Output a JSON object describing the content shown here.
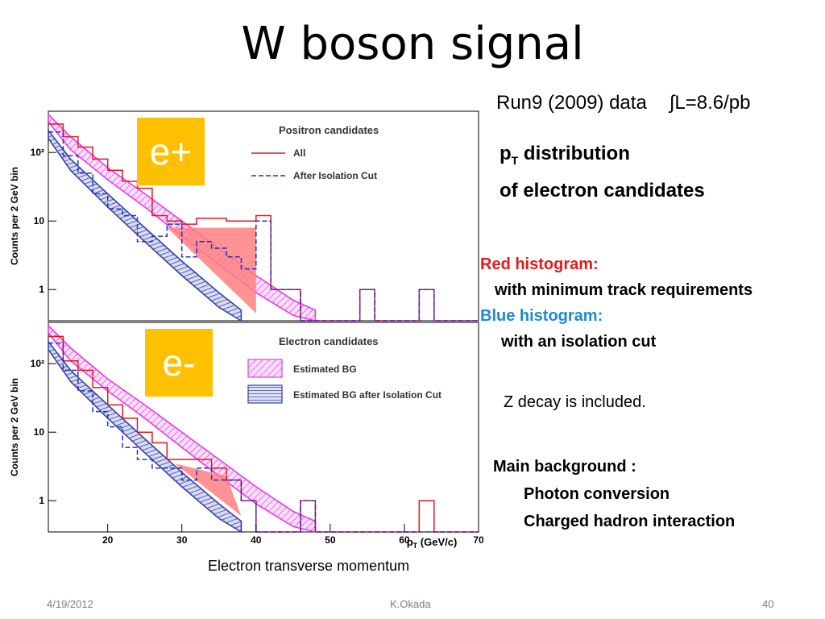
{
  "slide": {
    "title": "W boson signal",
    "run_info": "Run9 (2009) data",
    "lumi": "∫L=8.6/pb",
    "pt_dist_p": "p",
    "pt_dist_sub": "T",
    "pt_dist_rest": " distribution",
    "pt_dist_line2": "of electron candidates",
    "red_heading": "Red histogram:",
    "red_desc": "with minimum track requirements",
    "blue_heading": "Blue histogram:",
    "blue_desc": "with an isolation cut",
    "z_decay": "Z decay is included.",
    "main_bg_heading": "Main background :",
    "main_bg_items": [
      "Photon conversion",
      "Charged hadron interaction"
    ],
    "x_caption": "Electron transverse momentum",
    "footer_date": "4/19/2012",
    "footer_author": "K.Okada",
    "footer_page": "40"
  },
  "colors": {
    "red_hist": "#e8141e",
    "blue_hist": "#2030c8",
    "pink_band": "#e838e8",
    "blue_band": "#3840a8",
    "signal_fill": "#ff8080",
    "label_box": "#ffc000",
    "red_text": "#e61919",
    "blue_text": "#1e8ad6"
  },
  "chart_data": [
    {
      "type": "bar",
      "panel_label": "e+",
      "legend_title": "Positron candidates",
      "legend": [
        "All",
        "After Isolation Cut"
      ],
      "ylabel": "Counts per 2 GeV bin",
      "ytick_labels": [
        "1",
        "10",
        "10²"
      ],
      "xlim": [
        12,
        70
      ],
      "ylim_log": [
        0.35,
        400
      ],
      "bin_width": 2,
      "x_bin_lows": [
        12,
        14,
        16,
        18,
        20,
        22,
        24,
        26,
        28,
        30,
        32,
        34,
        36,
        38,
        40,
        42,
        44,
        46,
        48,
        50,
        52,
        54,
        56,
        58,
        60,
        62,
        64,
        66,
        68
      ],
      "series": [
        {
          "name": "All",
          "values": [
            260,
            170,
            120,
            80,
            55,
            38,
            30,
            12,
            10,
            9,
            11,
            11,
            10,
            10,
            12,
            1,
            1,
            0,
            0,
            0,
            0,
            1,
            0,
            0,
            0,
            1,
            0,
            0,
            0
          ]
        },
        {
          "name": "After Isolation Cut",
          "values": [
            200,
            90,
            50,
            25,
            15,
            12,
            5,
            6,
            9,
            3,
            5,
            4,
            3,
            2,
            10,
            1,
            1,
            0,
            0,
            0,
            0,
            1,
            0,
            0,
            0,
            1,
            0,
            0,
            0
          ]
        }
      ],
      "bands": [
        {
          "name": "Estimated BG",
          "x": [
            12,
            15,
            20,
            25,
            30,
            35,
            40,
            45,
            48
          ],
          "lower": [
            280,
            110,
            40,
            16,
            6,
            2.3,
            0.9,
            0.42,
            0.32
          ],
          "upper": [
            360,
            170,
            60,
            25,
            10,
            4,
            1.6,
            0.7,
            0.5
          ]
        },
        {
          "name": "Estimated BG after Isolation Cut",
          "x": [
            12,
            15,
            20,
            25,
            30,
            35,
            38
          ],
          "lower": [
            160,
            55,
            16,
            5,
            1.6,
            0.55,
            0.32
          ],
          "upper": [
            210,
            80,
            25,
            8,
            2.6,
            0.9,
            0.5
          ]
        }
      ],
      "signal_region": {
        "points": [
          [
            28,
            8
          ],
          [
            40,
            8
          ],
          [
            40,
            0.45
          ]
        ]
      }
    },
    {
      "type": "bar",
      "panel_label": "e-",
      "legend_title": "Electron candidates",
      "legend": [
        "Estimated BG",
        "Estimated BG after Isolation Cut"
      ],
      "ylabel": "Counts per 2 GeV bin",
      "ytick_labels": [
        "1",
        "10",
        "10²"
      ],
      "xlim": [
        12,
        70
      ],
      "ylim_log": [
        0.35,
        400
      ],
      "xticks": [
        20,
        30,
        40,
        50,
        60,
        70
      ],
      "xlabel": "p_T (GeV/c)",
      "bin_width": 2,
      "x_bin_lows": [
        12,
        14,
        16,
        18,
        20,
        22,
        24,
        26,
        28,
        30,
        32,
        34,
        36,
        38,
        40,
        42,
        44,
        46,
        48,
        50,
        52,
        54,
        56,
        58,
        60,
        62,
        64,
        66,
        68
      ],
      "series": [
        {
          "name": "All",
          "values": [
            250,
            110,
            80,
            45,
            25,
            16,
            10,
            7,
            4,
            4,
            4,
            3,
            2,
            1,
            0,
            0,
            0,
            1,
            0,
            0,
            0,
            0,
            0,
            0,
            0,
            1,
            0,
            0,
            0
          ]
        },
        {
          "name": "After Isolation Cut",
          "values": [
            200,
            80,
            40,
            20,
            12,
            6,
            4,
            3,
            3,
            2,
            3,
            2,
            2,
            1,
            0,
            0,
            0,
            1,
            0,
            0,
            0,
            0,
            0,
            0,
            0,
            0,
            0,
            0,
            0
          ]
        }
      ],
      "bands": [
        {
          "name": "Estimated BG",
          "x": [
            12,
            15,
            20,
            25,
            30,
            35,
            40,
            45,
            48
          ],
          "lower": [
            280,
            110,
            40,
            16,
            6,
            2.3,
            0.9,
            0.42,
            0.32
          ],
          "upper": [
            360,
            170,
            60,
            25,
            10,
            4,
            1.6,
            0.7,
            0.5
          ]
        },
        {
          "name": "Estimated BG after Isolation Cut",
          "x": [
            12,
            15,
            20,
            25,
            30,
            35,
            38
          ],
          "lower": [
            160,
            55,
            16,
            5,
            1.6,
            0.55,
            0.32
          ],
          "upper": [
            210,
            80,
            25,
            8,
            2.6,
            0.9,
            0.5
          ]
        }
      ],
      "signal_region": {
        "points": [
          [
            29,
            3.5
          ],
          [
            36,
            2.3
          ],
          [
            38,
            0.6
          ]
        ]
      }
    }
  ]
}
